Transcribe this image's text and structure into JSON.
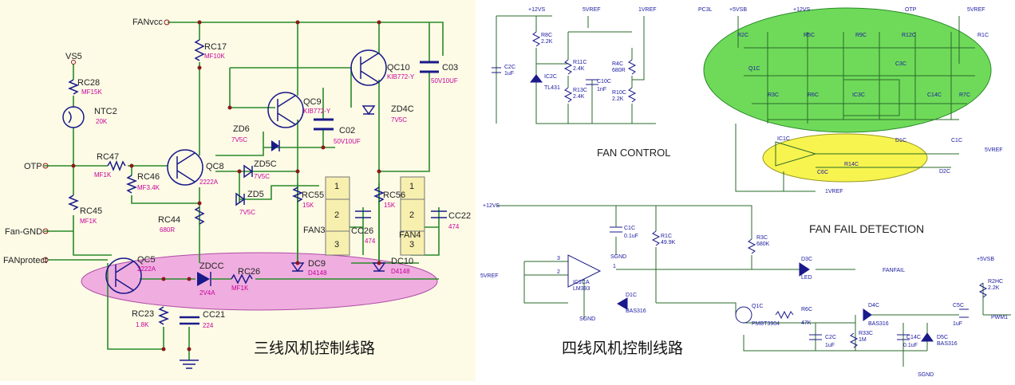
{
  "left": {
    "title": "三线风机控制线路",
    "nets": {
      "fanvcc": "FANvcc",
      "vs5": "VS5",
      "otp": "OTP",
      "fan_gnd": "Fan-GND",
      "fan_protect": "FANprotect"
    },
    "resistors": [
      {
        "ref": "RC17",
        "val": "MF10K"
      },
      {
        "ref": "RC28",
        "val": "MF15K"
      },
      {
        "ref": "RC47",
        "val": "MF1K"
      },
      {
        "ref": "RC46",
        "val": "MF3.4K"
      },
      {
        "ref": "RC45",
        "val": "MF1K"
      },
      {
        "ref": "RC44",
        "val": "680R"
      },
      {
        "ref": "RC55",
        "val": "15K"
      },
      {
        "ref": "RC56",
        "val": "15K"
      },
      {
        "ref": "RC26",
        "val": "MF1K"
      },
      {
        "ref": "RC23",
        "val": "1.8K"
      }
    ],
    "thermistor": {
      "ref": "NTC2",
      "val": "20K"
    },
    "transistors": [
      {
        "ref": "QC8",
        "val": "2222A"
      },
      {
        "ref": "QC9",
        "val": "KIB772-Y"
      },
      {
        "ref": "QC10",
        "val": "KIB772-Y"
      },
      {
        "ref": "QC5",
        "val": "2222A"
      }
    ],
    "capacitors": [
      {
        "ref": "C03",
        "val": "50V10UF"
      },
      {
        "ref": "C02",
        "val": "50V10UF"
      },
      {
        "ref": "CC26",
        "val": "474"
      },
      {
        "ref": "CC22",
        "val": "474"
      },
      {
        "ref": "CC21",
        "val": "224"
      }
    ],
    "zeners": [
      {
        "ref": "ZD6",
        "val": "7V5C"
      },
      {
        "ref": "ZD4C",
        "val": "7V5C"
      },
      {
        "ref": "ZD5C",
        "val": "7V5C"
      },
      {
        "ref": "ZD5",
        "val": "7V5C"
      },
      {
        "ref": "ZDCC",
        "val": "2V4A"
      }
    ],
    "diodes": [
      {
        "ref": "DC9",
        "val": "D4148"
      },
      {
        "ref": "DC10",
        "val": "D4148"
      }
    ],
    "fans": [
      {
        "ref": "FAN3",
        "pins": [
          "1",
          "2",
          "3"
        ]
      },
      {
        "ref": "FAN4",
        "pins": [
          "1",
          "2",
          "3"
        ]
      }
    ]
  },
  "right": {
    "title": "四线风机控制线路",
    "section_labels": [
      "FAN CONTROL",
      "FAN FAIL DETECTION"
    ],
    "top_rails": [
      "+12VS",
      "5VREF",
      "1VREF",
      "PC3L",
      "+5VSB",
      "+12VS",
      "OTP",
      "5VREF"
    ],
    "top_refs": [
      {
        "ref": "R8C",
        "val": "2.2K"
      },
      {
        "ref": "R11C",
        "val": "2.4K"
      },
      {
        "ref": "R13C",
        "val": "2.4K"
      },
      {
        "ref": "R4C",
        "val": "680R"
      },
      {
        "ref": "R10C",
        "val": "2.2K"
      },
      {
        "ref": "C10C",
        "val": "1nF"
      },
      {
        "ref": "C2C",
        "val": "1uF"
      },
      {
        "ref": "IC2C",
        "val": "TL431"
      }
    ],
    "green_refs": [
      "R2C",
      "R5C",
      "R9C",
      "R12C",
      "R1C",
      "R3C",
      "Q1C",
      "IC3C",
      "C14C",
      "R6C",
      "R7C",
      "C3C"
    ],
    "yellow_refs": [
      "IC1C",
      "D1C",
      "D2C",
      "C1C",
      "C6C",
      "R14C",
      "1VREF",
      "5VREF"
    ],
    "bottom_nets": {
      "v12": "+12VS",
      "vref": "5VREF",
      "sgnd": "SGND",
      "fanfail": "FANFAIL",
      "pwm": "PWM1",
      "v5sb": "+5VSB"
    },
    "bottom_refs": [
      {
        "ref": "C1C",
        "val": "0.1uF"
      },
      {
        "ref": "R1C",
        "val": "49.9K"
      },
      {
        "ref": "R3C",
        "val": "680K"
      },
      {
        "ref": "IC1CA",
        "val": "LM393"
      },
      {
        "ref": "D1C",
        "val": "BAS316"
      },
      {
        "ref": "D3C",
        "val": "LED"
      },
      {
        "ref": "Q1C",
        "val": "PMBT3904"
      },
      {
        "ref": "R6C",
        "val": "47K"
      },
      {
        "ref": "D4C",
        "val": "BAS316"
      },
      {
        "ref": "C2C",
        "val": "1uF"
      },
      {
        "ref": "R33C",
        "val": "1M"
      },
      {
        "ref": "C14C",
        "val": "0.1uF"
      },
      {
        "ref": "D5C",
        "val": "BAS316"
      },
      {
        "ref": "C5C",
        "val": "1uF"
      },
      {
        "ref": "R2HC",
        "val": "2.2K"
      }
    ],
    "op_pins": [
      "3",
      "2",
      "1"
    ]
  },
  "colors": {
    "wire_green": "#2a8a2a",
    "component_blue": "#1a1a8a",
    "highlight_magenta": "#e36fd8",
    "highlight_green": "#4bd12f",
    "highlight_yellow": "#f6f230",
    "fan_box": "#f7efae",
    "left_bg": "#fdfbe6"
  }
}
